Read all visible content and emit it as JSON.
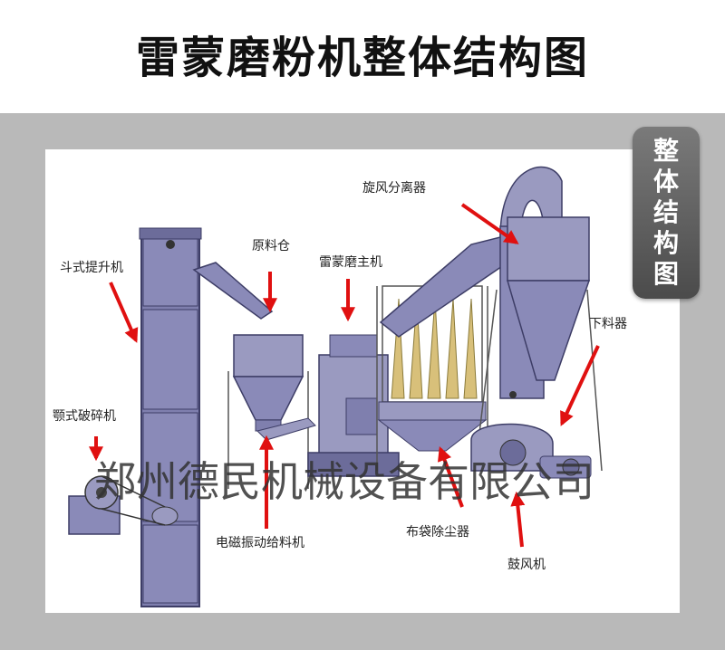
{
  "header": {
    "title": "雷蒙磨粉机整体结构图"
  },
  "side_tab": {
    "text": "整\n体\n结\n构\n图"
  },
  "labels": {
    "bucket_elevator": "斗式提升机",
    "raw_bin": "原料仓",
    "main_mill": "雷蒙磨主机",
    "cyclone": "旋风分离器",
    "discharger": "下料器",
    "jaw_crusher": "颚式破碎机",
    "feeder": "电磁振动给料机",
    "bag_filter": "布袋除尘器",
    "blower": "鼓风机"
  },
  "watermark": "郑州德民机械设备有限公司",
  "colors": {
    "machine": "#7f7fae",
    "machine_dark": "#4b4b7a",
    "arrow": "#e01010",
    "bags": "#d8c07a"
  }
}
